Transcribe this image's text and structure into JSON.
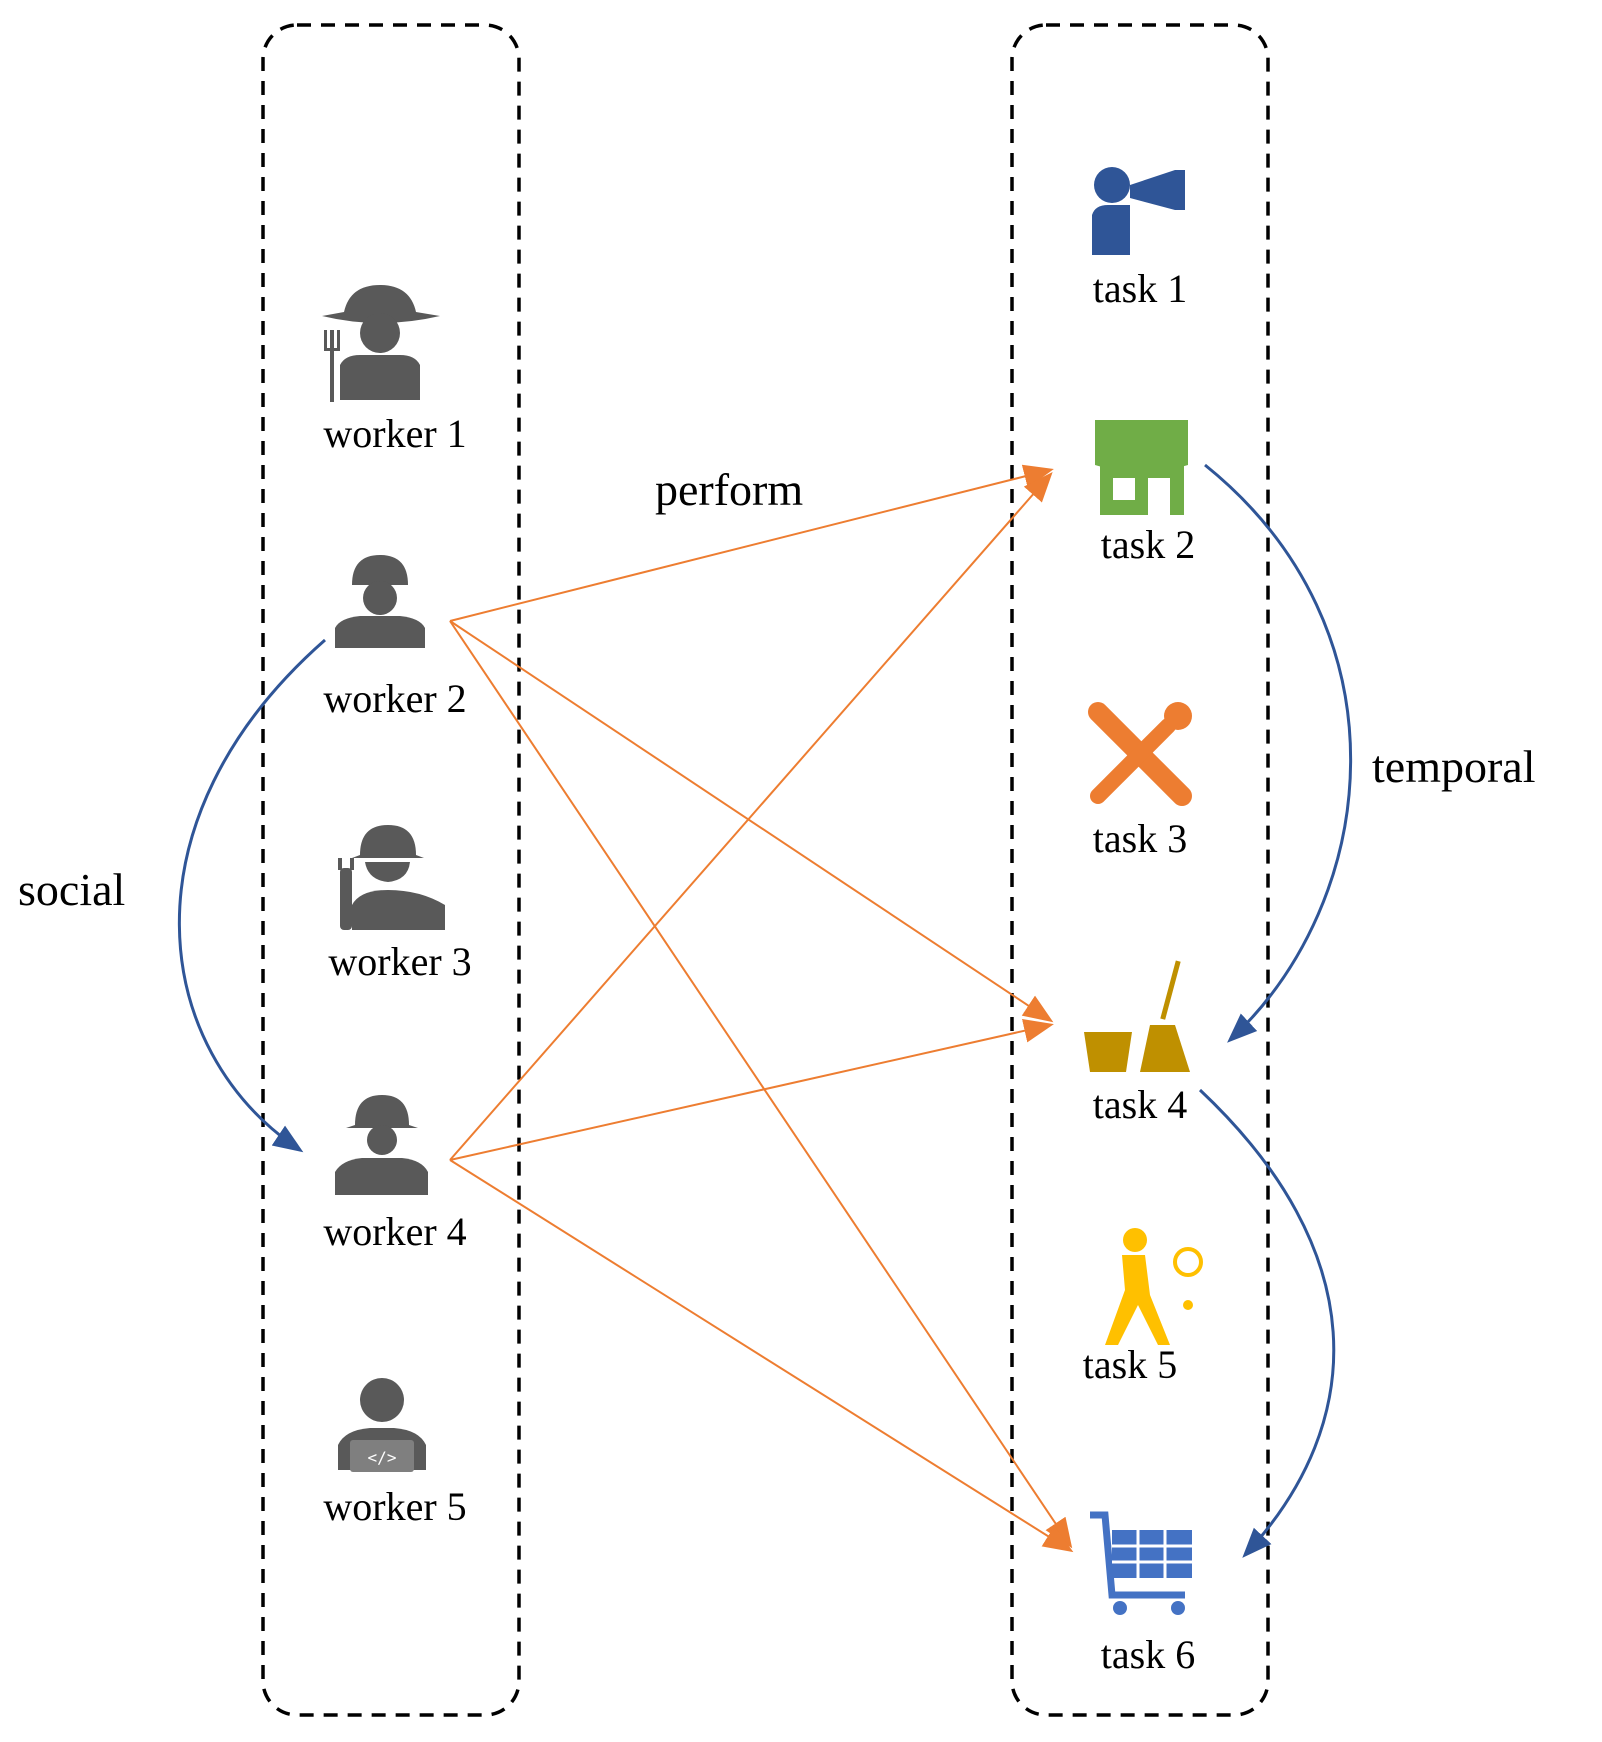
{
  "colors": {
    "worker_icon": "#595959",
    "perform_edge": "#ED7D31",
    "relation_edge": "#2F5597",
    "group_border": "#000000",
    "task_icons": {
      "task_1": "#2F5597",
      "task_2": "#70AD47",
      "task_3": "#ED7D31",
      "task_4": "#BF9000",
      "task_5": "#FFC000",
      "task_6": "#4472C4"
    }
  },
  "workers": [
    {
      "id": "worker-1",
      "label": "worker 1",
      "icon": "farmer-icon"
    },
    {
      "id": "worker-2",
      "label": "worker 2",
      "icon": "construction-worker-icon"
    },
    {
      "id": "worker-3",
      "label": "worker 3",
      "icon": "electrician-icon"
    },
    {
      "id": "worker-4",
      "label": "worker 4",
      "icon": "firefighter-icon"
    },
    {
      "id": "worker-5",
      "label": "worker 5",
      "icon": "programmer-icon"
    }
  ],
  "tasks": [
    {
      "id": "task-1",
      "label": "task 1",
      "icon": "megaphone-person-icon"
    },
    {
      "id": "task-2",
      "label": "task 2",
      "icon": "storefront-icon"
    },
    {
      "id": "task-3",
      "label": "task 3",
      "icon": "repair-tools-icon"
    },
    {
      "id": "task-4",
      "label": "task 4",
      "icon": "cleaning-bucket-broom-icon"
    },
    {
      "id": "task-5",
      "label": "task 5",
      "icon": "tennis-player-icon"
    },
    {
      "id": "task-6",
      "label": "task 6",
      "icon": "shopping-cart-icon"
    }
  ],
  "edge_labels": {
    "perform": "perform",
    "social": "social",
    "temporal": "temporal"
  },
  "perform_edges": [
    {
      "from": "worker 2",
      "to": "task 2"
    },
    {
      "from": "worker 2",
      "to": "task 4"
    },
    {
      "from": "worker 2",
      "to": "task 6"
    },
    {
      "from": "worker 4",
      "to": "task 2"
    },
    {
      "from": "worker 4",
      "to": "task 4"
    },
    {
      "from": "worker 4",
      "to": "task 6"
    }
  ],
  "social_edges": [
    {
      "from": "worker 2",
      "to": "worker 4"
    }
  ],
  "temporal_edges": [
    {
      "from": "task 2",
      "to": "task 4"
    },
    {
      "from": "task 4",
      "to": "task 6"
    }
  ]
}
